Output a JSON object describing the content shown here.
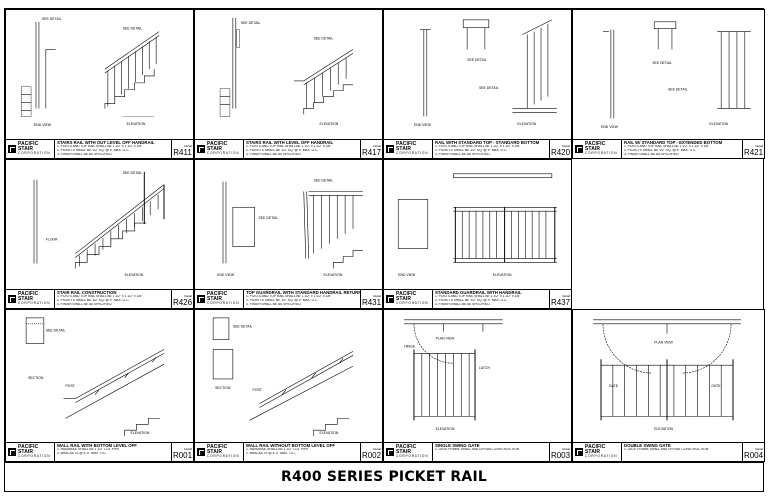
{
  "sheet_title": "R400 SERIES PICKET RAIL",
  "company": {
    "line1": "PACIFIC STAIR",
    "line2": "CORPORATION"
  },
  "code_label": "Detail",
  "details": [
    {
      "code": "R411",
      "title": "STAIRS RAIL WITH OUT LEVEL OFF HANDRAIL",
      "notes": [
        "1. POSTS AND TOP RAIL SHALL BE 1 1/2\" x 1 1/2\" x 1/8\"",
        "2. PICKETS SHALL BE 1/2\" SQ. @ 4\" MAX. O.C.",
        "3. FINISH SHALL BE AS SPECIFIED."
      ]
    },
    {
      "code": "R417",
      "title": "STAIRS RAIL WITH LEVEL OFF HANDRAIL",
      "notes": [
        "1. POSTS AND TOP RAIL SHALL BE 1 1/2\" x 1 1/2\" x 1/8\"",
        "2. PICKETS SHALL BE 1/2\" SQ. @ 4\" MAX. O.C.",
        "3. FINISH SHALL BE AS SPECIFIED."
      ]
    },
    {
      "code": "R420",
      "title": "RAIL WITH STANDARD TOP - STANDARD BOTTOM",
      "notes": [
        "1. POSTS AND TOP RAIL SHALL BE 1 1/2\" x 1 1/2\" x 1/8\"",
        "2. PICKETS SHALL BE 1/2\" SQ. @ 4\" MAX. O.C.",
        "3. FINISH SHALL BE AS SPECIFIED."
      ]
    },
    {
      "code": "R421",
      "title": "RAIL W/ STANDARD TOP - EXTENDED BOTTOM",
      "notes": [
        "1. POSTS AND TOP RAIL SHALL BE 1 1/2\" x 1 1/2\" x 1/8\"",
        "2. PICKETS SHALL BE 1/2\" SQ. @ 4\" MAX. O.C.",
        "3. FINISH SHALL BE AS SPECIFIED."
      ]
    },
    {
      "code": "R426",
      "title": "STAIR RAIL CONSTRUCTION",
      "notes": [
        "1. POSTS AND TOP RAIL SHALL BE 1 1/2\" x 1 1/2\" x 1/8\"",
        "2. PICKETS SHALL BE 1/2\" SQ. @ 4\" MAX. O.C.",
        "3. FINISH SHALL BE AS SPECIFIED."
      ]
    },
    {
      "code": "R431",
      "title": "TOP GUARDRAIL WITH STANDARD HANDRAIL RETURN",
      "notes": [
        "1. POSTS AND TOP RAIL SHALL BE 1 1/2\" x 1 1/2\" x 1/8\"",
        "2. PICKETS SHALL BE 1/2\" SQ. @ 4\" MAX. O.C.",
        "3. FINISH SHALL BE AS SPECIFIED."
      ]
    },
    {
      "code": "R437",
      "title": "STANDARD GUARDRAIL WITH HANDRAIL",
      "notes": [
        "1. POSTS AND TOP RAIL SHALL BE 1 1/2\" x 1 1/2\" x 1/8\"",
        "2. PICKETS SHALL BE 1/2\" SQ. @ 4\" MAX. O.C.",
        "3. FINISH SHALL BE AS SPECIFIED."
      ]
    },
    {
      "code": "R001",
      "title": "WALL RAIL WITH BOTTOM LEVEL OFF",
      "notes": [
        "1. HANDRAIL SHALL BE 1 1/2\" O.D. PIPE",
        "2. BRACKETS @ 4'-0\" MAX. O.C."
      ]
    },
    {
      "code": "R002",
      "title": "WALL RAIL WITHOUT BOTTOM LEVEL OFF",
      "notes": [
        "1. HANDRAIL SHALL BE 1 1/2\" O.D. PIPE",
        "2. BRACKETS @ 4'-0\" MAX. O.C."
      ]
    },
    {
      "code": "R003",
      "title": "SINGLE SWING GATE",
      "notes": [
        "1. GATE FRAME SHALL MATCH RAIL CONSTRUCTION"
      ]
    },
    {
      "code": "R004",
      "title": "DOUBLE SWING GATE",
      "notes": [
        "1. GATE FRAME SHALL MATCH RAIL CONSTRUCTION"
      ]
    }
  ],
  "callouts": {
    "detail_see": "SEE DETAIL",
    "elevation": "ELEVATION",
    "section": "SECTION",
    "plan": "PLAN VIEW",
    "end_view": "END VIEW",
    "floor": "FLOOR",
    "post": "POST",
    "hinge": "HINGE",
    "latch": "LATCH",
    "gate": "GATE"
  }
}
